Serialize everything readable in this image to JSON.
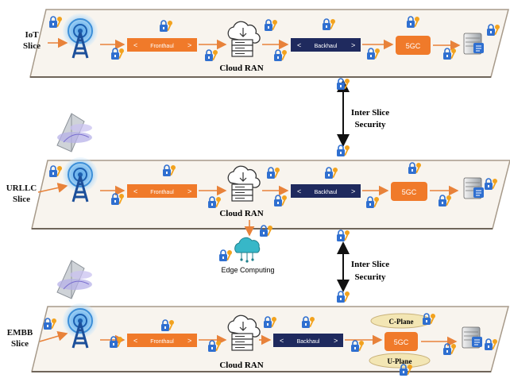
{
  "slices": [
    {
      "name": "IoT",
      "label_line2": "Slice"
    },
    {
      "name": "URLLC",
      "label_line2": "Slice"
    },
    {
      "name": "EMBB",
      "label_line2": "Slice"
    }
  ],
  "labels": {
    "fronthaul": "Fronthaul",
    "backhaul": "Backhaul",
    "cloud_ran": "Cloud RAN",
    "core": "5GC",
    "edge_computing": "Edge Computing",
    "inter_slice_line1": "Inter Slice",
    "inter_slice_line2": "Security",
    "c_plane": "C-Plane",
    "u_plane": "U-Plane"
  },
  "colors": {
    "plane_fill": "#f8f4ee",
    "plane_stroke": "#a79a8a",
    "fronthaul": "#f07a2a",
    "backhaul": "#1f2a5e",
    "core": "#f07a2a",
    "arrow": "#e8823a",
    "tower": "#1c5fb0",
    "lock": "#2f6fd0",
    "key": "#f2a21e"
  },
  "icons": [
    "antenna-tower-icon",
    "server-icon",
    "cloud-icon",
    "lock-key-icon",
    "satellite-dish-icon",
    "edge-cloud-icon"
  ]
}
